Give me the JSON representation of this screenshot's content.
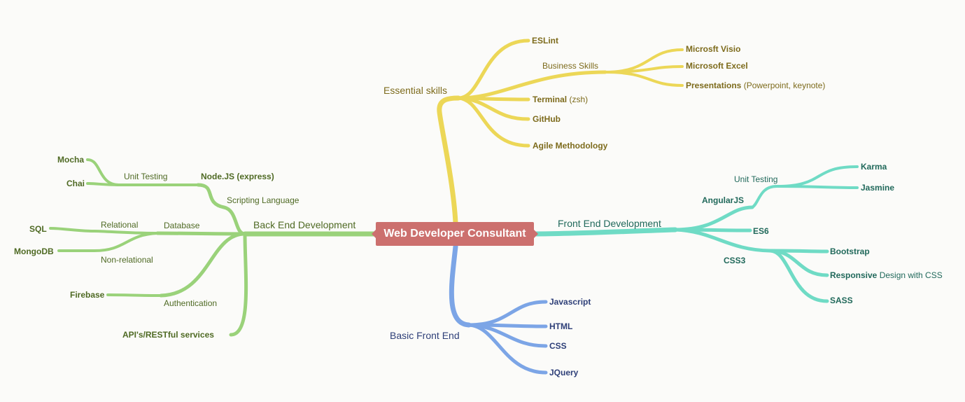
{
  "center": "Web Developer Consultant",
  "colors": {
    "essential": "#ecd757",
    "frontend": "#6fdbc5",
    "basic": "#7ca5e6",
    "backend": "#9ad27a",
    "center": "#cc706e"
  },
  "essential": {
    "title": "Essential skills",
    "eslint": "ESLint",
    "business": "Business Skills",
    "visio": "Microsft Visio",
    "excel": "Microsoft Excel",
    "presentations": "Presentations",
    "presentations_note": " (Powerpoint, keynote)",
    "terminal": "Terminal",
    "terminal_note": " (zsh)",
    "github": "GitHub",
    "agile": "Agile Methodology"
  },
  "frontend": {
    "title": "Front End Development",
    "angular": "AngularJS",
    "unit_testing": "Unit Testing",
    "karma": "Karma",
    "jasmine": "Jasmine",
    "es6": "ES6",
    "css3": "CSS3",
    "bootstrap": "Bootstrap",
    "responsive": "Responsive",
    "responsive_note": " Design with CSS",
    "sass": "SASS"
  },
  "basic": {
    "title": "Basic Front End",
    "javascript": "Javascript",
    "html": "HTML",
    "css": "CSS",
    "jquery": "JQuery"
  },
  "backend": {
    "title": "Back End Development",
    "scripting": "Scripting Language",
    "node": "Node.JS (express)",
    "unit_testing": "Unit Testing",
    "mocha": "Mocha",
    "chai": "Chai",
    "database": "Database",
    "relational": "Relational",
    "sql": "SQL",
    "nonrelational": "Non-relational",
    "mongodb": "MongoDB",
    "authentication": "Authentication",
    "firebase": "Firebase",
    "apis": "API's/RESTful services"
  }
}
